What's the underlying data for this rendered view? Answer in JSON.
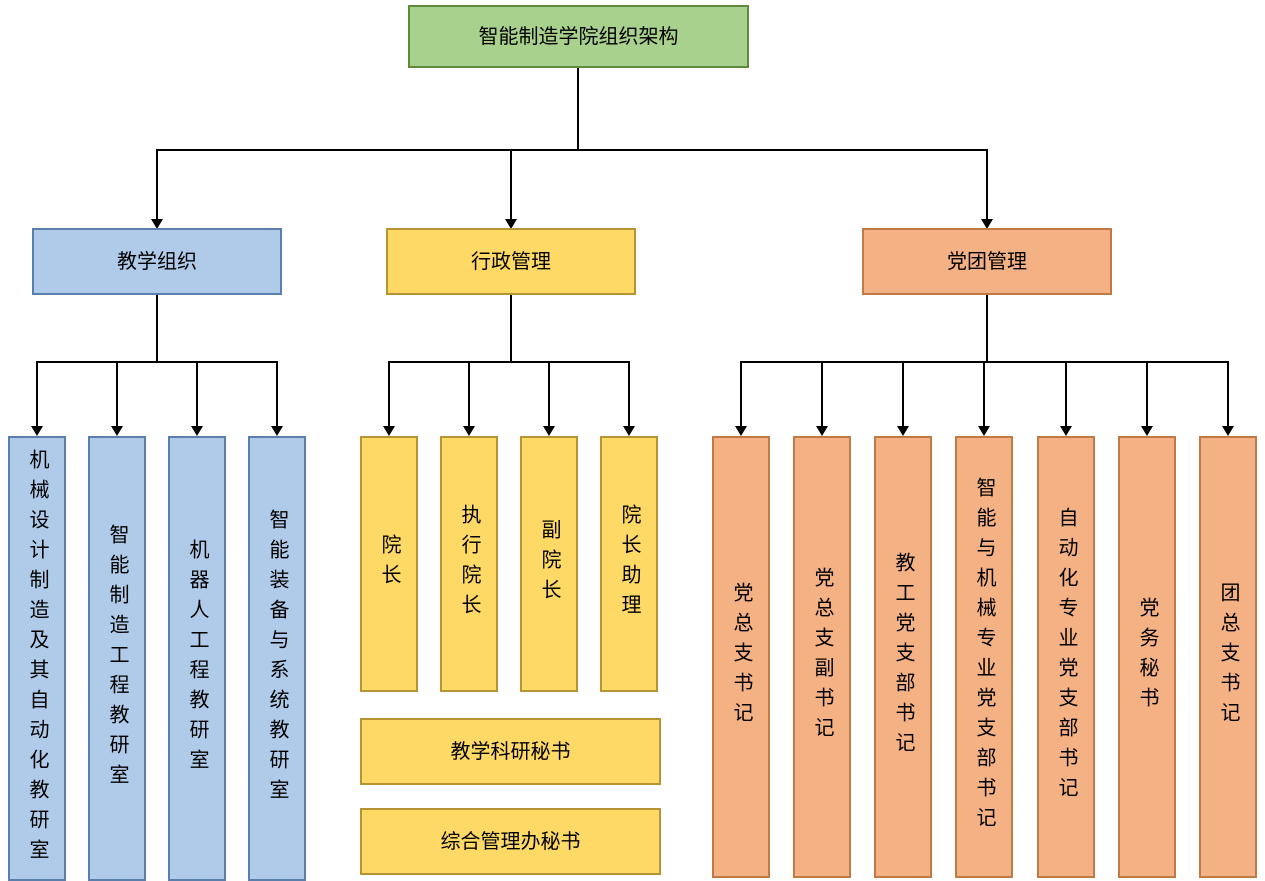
{
  "root": {
    "label": "智能制造学院组织架构"
  },
  "teaching": {
    "label": "教学组织",
    "children": [
      "机械设计制造及其自动化教研室",
      "智能制造工程教研室",
      "机器人工程教研室",
      "智能装备与系统教研室"
    ]
  },
  "admin": {
    "label": "行政管理",
    "children": [
      "院长",
      "执行院长",
      "副院长",
      "院长助理"
    ],
    "secretaries": [
      "教学科研秘书",
      "综合管理办秘书"
    ]
  },
  "party": {
    "label": "党团管理",
    "children": [
      "党总支书记",
      "党总支副书记",
      "教工党支部书记",
      "智能与机械专业党支部书记",
      "自动化专业党支部书记",
      "党务秘书",
      "团总支书记"
    ]
  },
  "colors": {
    "root_fill": "#A9D18E",
    "root_border": "#5F8A3C",
    "teaching_fill": "#AFCBE9",
    "teaching_border": "#5A7FAC",
    "admin_fill": "#FFD966",
    "admin_border": "#B79334",
    "party_fill": "#F4B183",
    "party_border": "#C07A45",
    "connector": "#000000",
    "text": "#000000",
    "background": "#FFFFFF"
  }
}
